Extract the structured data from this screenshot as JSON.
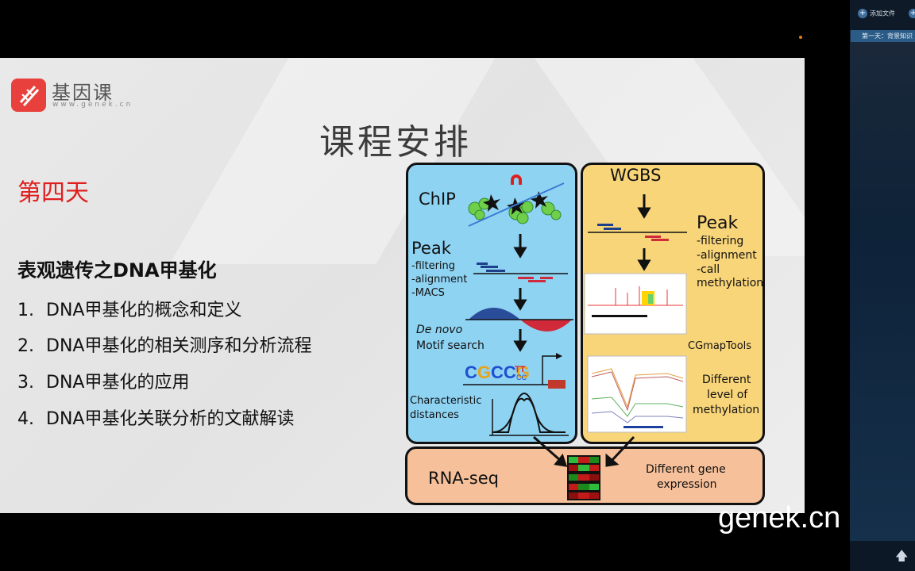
{
  "slide": {
    "logo_text": "基因课",
    "logo_url": "www.genek.cn",
    "title": "课程安排",
    "day_heading": "第四天",
    "section_heading": "表观遗传之DNA甲基化",
    "items": [
      {
        "num": "1.",
        "text": "DNA甲基化的概念和定义"
      },
      {
        "num": "2.",
        "text": "DNA甲基化的相关测序和分析流程"
      },
      {
        "num": "3.",
        "text": "DNA甲基化的应用"
      },
      {
        "num": "4.",
        "text": "DNA甲基化关联分析的文献解读"
      }
    ]
  },
  "diagram": {
    "chip_title": "ChIP",
    "chip_peak": "Peak",
    "chip_peak_steps": [
      "-filtering",
      "-alignment",
      "-MACS"
    ],
    "chip_denovo": "De novo",
    "chip_motif": "Motif search",
    "chip_char_1": "Characteristic",
    "chip_char_2": "distances",
    "motif_seq": "CGCCG",
    "wgbs_title": "WGBS",
    "wgbs_peak": "Peak",
    "wgbs_peak_steps": [
      "-filtering",
      "-alignment",
      "-call",
      "methylation"
    ],
    "wgbs_cgmap": "CGmapTools",
    "wgbs_diff": [
      "Different",
      "level of",
      "methylation"
    ],
    "rna_title": "RNA-seq",
    "rna_diff": [
      "Different gene",
      "expression"
    ]
  },
  "player": {
    "add_file_label": "添加文件",
    "playlist_item": "第一天：背景知识",
    "watermark": "genek.cn"
  },
  "colors": {
    "logo_red": "#e8413d",
    "day_red": "#e01e1e",
    "chip_blue": "#8fd3f3",
    "wgbs_yellow": "#f9d57a",
    "rna_orange": "#f5c09a"
  }
}
